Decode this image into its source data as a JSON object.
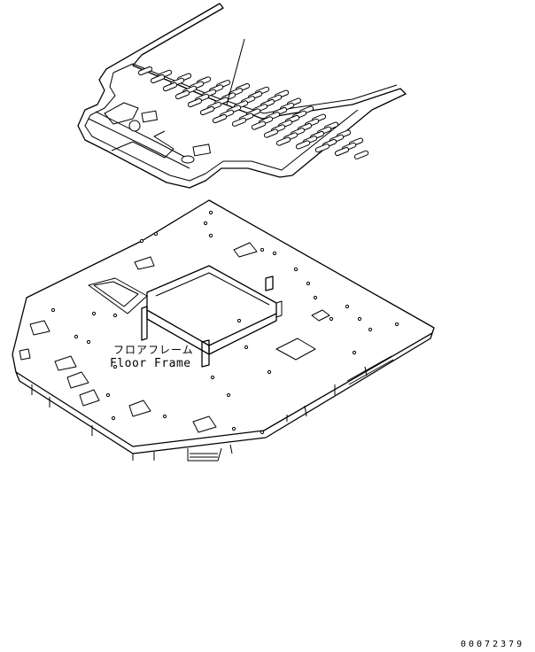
{
  "callout": {
    "jp": "フロアフレーム",
    "en": "Floor Frame"
  },
  "part_number": "00072379"
}
